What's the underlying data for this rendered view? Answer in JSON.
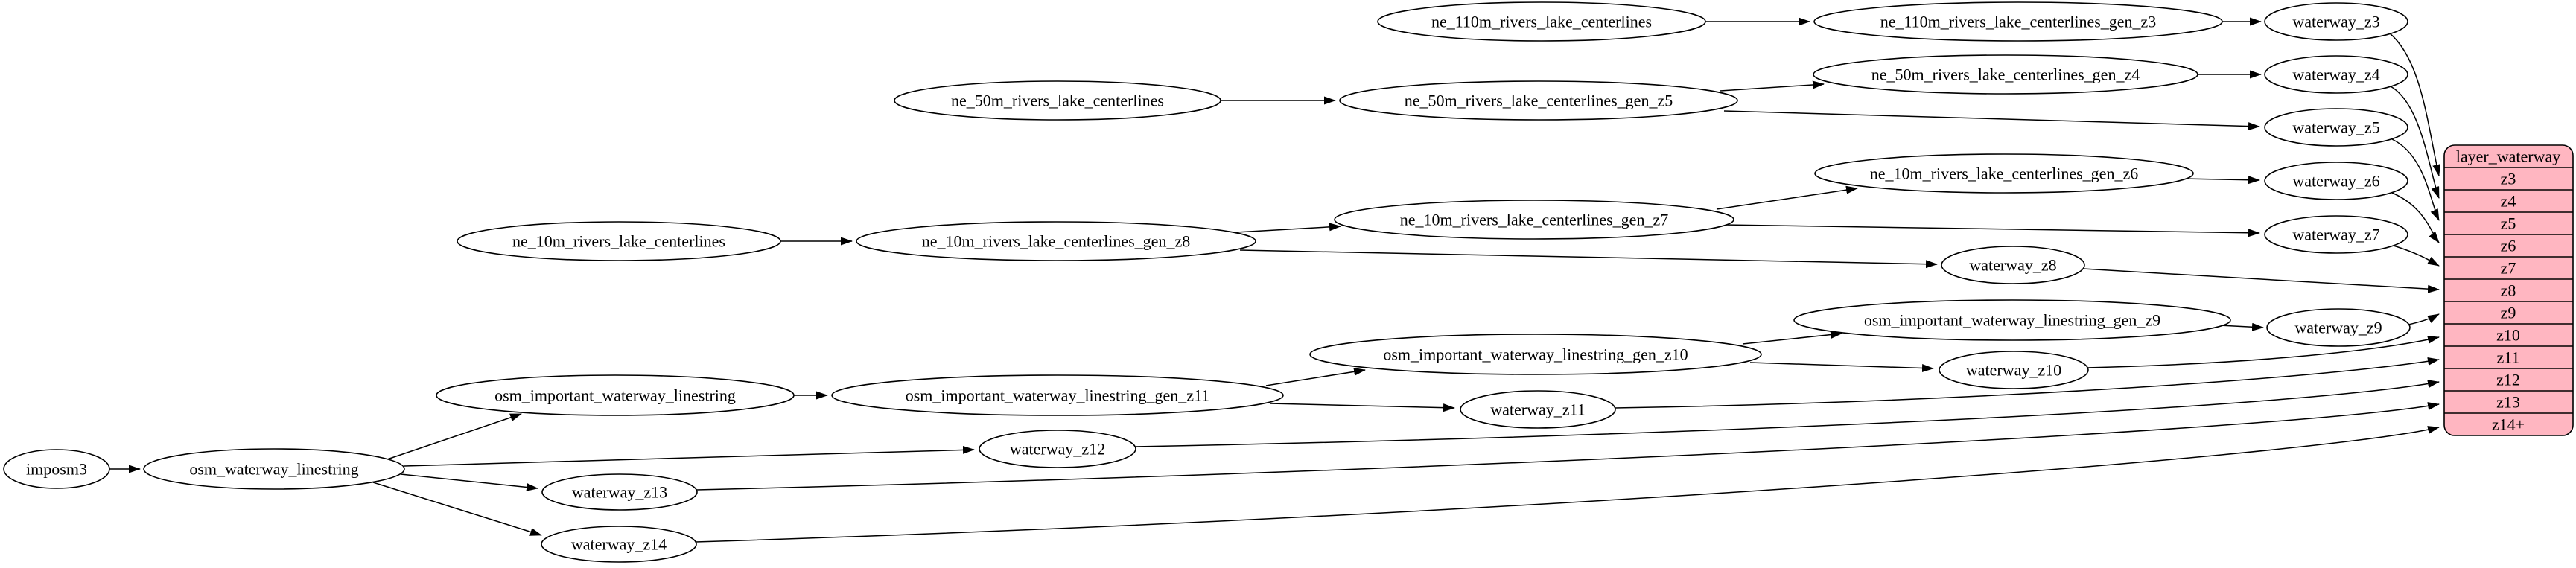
{
  "diagram": {
    "type": "etl-flow-graph",
    "colors": {
      "background": "#ffffff",
      "node_fill": "#ffffff",
      "node_stroke": "#000000",
      "edge": "#000000",
      "record_fill": "#ffb6c1",
      "record_stroke": "#000000"
    }
  },
  "nodes": {
    "imposm3": "imposm3",
    "osm_waterway_linestring": "osm_waterway_linestring",
    "osm_important_waterway_linestring": "osm_important_waterway_linestring",
    "osm_important_waterway_linestring_gen_z11": "osm_important_waterway_linestring_gen_z11",
    "osm_important_waterway_linestring_gen_z10": "osm_important_waterway_linestring_gen_z10",
    "osm_important_waterway_linestring_gen_z9": "osm_important_waterway_linestring_gen_z9",
    "ne_110m_rivers_lake_centerlines": "ne_110m_rivers_lake_centerlines",
    "ne_110m_rivers_lake_centerlines_gen_z3": "ne_110m_rivers_lake_centerlines_gen_z3",
    "ne_50m_rivers_lake_centerlines": "ne_50m_rivers_lake_centerlines",
    "ne_50m_rivers_lake_centerlines_gen_z5": "ne_50m_rivers_lake_centerlines_gen_z5",
    "ne_50m_rivers_lake_centerlines_gen_z4": "ne_50m_rivers_lake_centerlines_gen_z4",
    "ne_10m_rivers_lake_centerlines": "ne_10m_rivers_lake_centerlines",
    "ne_10m_rivers_lake_centerlines_gen_z8": "ne_10m_rivers_lake_centerlines_gen_z8",
    "ne_10m_rivers_lake_centerlines_gen_z7": "ne_10m_rivers_lake_centerlines_gen_z7",
    "ne_10m_rivers_lake_centerlines_gen_z6": "ne_10m_rivers_lake_centerlines_gen_z6",
    "waterway_z3": "waterway_z3",
    "waterway_z4": "waterway_z4",
    "waterway_z5": "waterway_z5",
    "waterway_z6": "waterway_z6",
    "waterway_z7": "waterway_z7",
    "waterway_z8": "waterway_z8",
    "waterway_z9": "waterway_z9",
    "waterway_z10": "waterway_z10",
    "waterway_z11": "waterway_z11",
    "waterway_z12": "waterway_z12",
    "waterway_z13": "waterway_z13",
    "waterway_z14": "waterway_z14"
  },
  "record": {
    "title": "layer_waterway",
    "rows": [
      "z3",
      "z4",
      "z5",
      "z6",
      "z7",
      "z8",
      "z9",
      "z10",
      "z11",
      "z12",
      "z13",
      "z14+"
    ]
  },
  "edges": [
    {
      "from": "imposm3",
      "to": "osm_waterway_linestring"
    },
    {
      "from": "osm_waterway_linestring",
      "to": "osm_important_waterway_linestring"
    },
    {
      "from": "osm_waterway_linestring",
      "to": "waterway_z12"
    },
    {
      "from": "osm_waterway_linestring",
      "to": "waterway_z13"
    },
    {
      "from": "osm_waterway_linestring",
      "to": "waterway_z14"
    },
    {
      "from": "osm_important_waterway_linestring",
      "to": "osm_important_waterway_linestring_gen_z11"
    },
    {
      "from": "osm_important_waterway_linestring_gen_z11",
      "to": "osm_important_waterway_linestring_gen_z10"
    },
    {
      "from": "osm_important_waterway_linestring_gen_z11",
      "to": "waterway_z11"
    },
    {
      "from": "osm_important_waterway_linestring_gen_z10",
      "to": "osm_important_waterway_linestring_gen_z9"
    },
    {
      "from": "osm_important_waterway_linestring_gen_z10",
      "to": "waterway_z10"
    },
    {
      "from": "osm_important_waterway_linestring_gen_z9",
      "to": "waterway_z9"
    },
    {
      "from": "ne_110m_rivers_lake_centerlines",
      "to": "ne_110m_rivers_lake_centerlines_gen_z3"
    },
    {
      "from": "ne_110m_rivers_lake_centerlines_gen_z3",
      "to": "waterway_z3"
    },
    {
      "from": "ne_50m_rivers_lake_centerlines",
      "to": "ne_50m_rivers_lake_centerlines_gen_z5"
    },
    {
      "from": "ne_50m_rivers_lake_centerlines_gen_z5",
      "to": "ne_50m_rivers_lake_centerlines_gen_z4"
    },
    {
      "from": "ne_50m_rivers_lake_centerlines_gen_z5",
      "to": "waterway_z5"
    },
    {
      "from": "ne_50m_rivers_lake_centerlines_gen_z4",
      "to": "waterway_z4"
    },
    {
      "from": "ne_10m_rivers_lake_centerlines",
      "to": "ne_10m_rivers_lake_centerlines_gen_z8"
    },
    {
      "from": "ne_10m_rivers_lake_centerlines_gen_z8",
      "to": "ne_10m_rivers_lake_centerlines_gen_z7"
    },
    {
      "from": "ne_10m_rivers_lake_centerlines_gen_z8",
      "to": "waterway_z8"
    },
    {
      "from": "ne_10m_rivers_lake_centerlines_gen_z7",
      "to": "ne_10m_rivers_lake_centerlines_gen_z6"
    },
    {
      "from": "ne_10m_rivers_lake_centerlines_gen_z7",
      "to": "waterway_z7"
    },
    {
      "from": "ne_10m_rivers_lake_centerlines_gen_z6",
      "to": "waterway_z6"
    },
    {
      "from": "waterway_z3",
      "to": "layer_waterway.z3"
    },
    {
      "from": "waterway_z4",
      "to": "layer_waterway.z4"
    },
    {
      "from": "waterway_z5",
      "to": "layer_waterway.z5"
    },
    {
      "from": "waterway_z6",
      "to": "layer_waterway.z6"
    },
    {
      "from": "waterway_z7",
      "to": "layer_waterway.z7"
    },
    {
      "from": "waterway_z8",
      "to": "layer_waterway.z8"
    },
    {
      "from": "waterway_z9",
      "to": "layer_waterway.z9"
    },
    {
      "from": "waterway_z10",
      "to": "layer_waterway.z10"
    },
    {
      "from": "waterway_z11",
      "to": "layer_waterway.z11"
    },
    {
      "from": "waterway_z12",
      "to": "layer_waterway.z12"
    },
    {
      "from": "waterway_z13",
      "to": "layer_waterway.z13"
    },
    {
      "from": "waterway_z14",
      "to": "layer_waterway.z14+"
    }
  ]
}
